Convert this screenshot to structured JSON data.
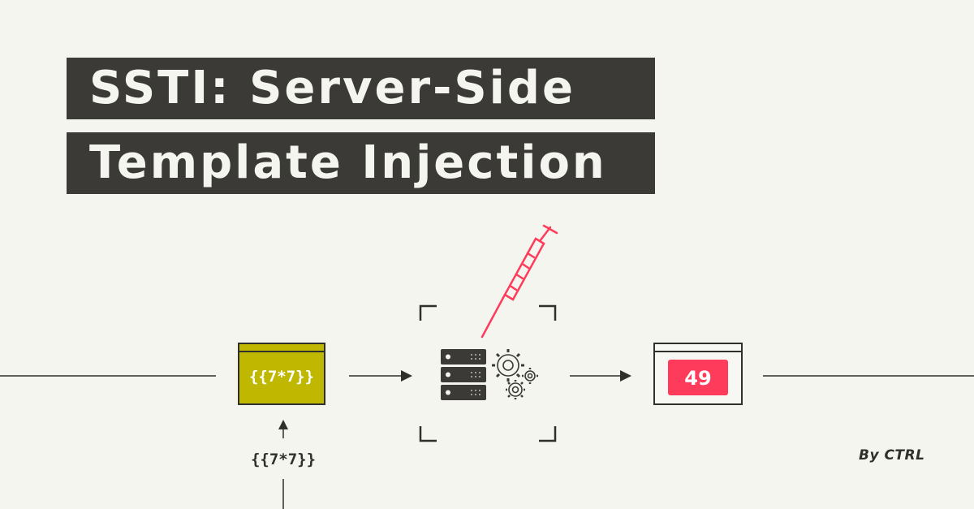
{
  "title": {
    "line1": "SSTI: Server-Side",
    "line2": "Template Injection"
  },
  "diagram": {
    "input_box_payload": "{{7*7}}",
    "user_input_payload": "{{7*7}}",
    "output_value": "49",
    "server_icon": "server-rack-icon",
    "gears_icon": "gears-icon",
    "syringe_icon": "syringe-icon",
    "colors": {
      "input_box": "#bfb700",
      "accent": "#ff3b5c",
      "dark": "#3b3a36",
      "background": "#f3f5ee"
    }
  },
  "author": "By CTRL"
}
